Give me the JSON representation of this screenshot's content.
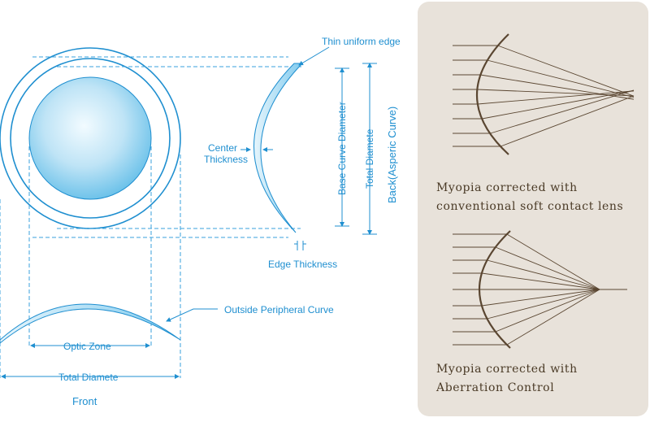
{
  "lens_diagram": {
    "labels": {
      "thin_uniform_edge": "Thin uniform edge",
      "center": "Center",
      "thickness": "Thickness",
      "base_curve_diameter": "Base Curve Diameter",
      "total_diameter_side": "Total Diamete",
      "back_aspheric_curve": "Back(Asperic Curve)",
      "edge_thickness": "Edge Thickness",
      "outside_peripheral_curve": "Outside Peripheral Curve",
      "optic_zone": "Optic Zone",
      "total_diameter_front": "Total Diamete",
      "front": "Front"
    },
    "colors": {
      "line": "#1f8fd0",
      "lens_fill": "#bfe4f6"
    }
  },
  "comparison_panel": {
    "background": "#e8e2da",
    "ray_color": "#5a4631",
    "caption_top_line1": "Myopia corrected with",
    "caption_top_line2": "conventional soft contact lens",
    "caption_bottom_line1": "Myopia corrected with",
    "caption_bottom_line2": "Aberration Control"
  }
}
